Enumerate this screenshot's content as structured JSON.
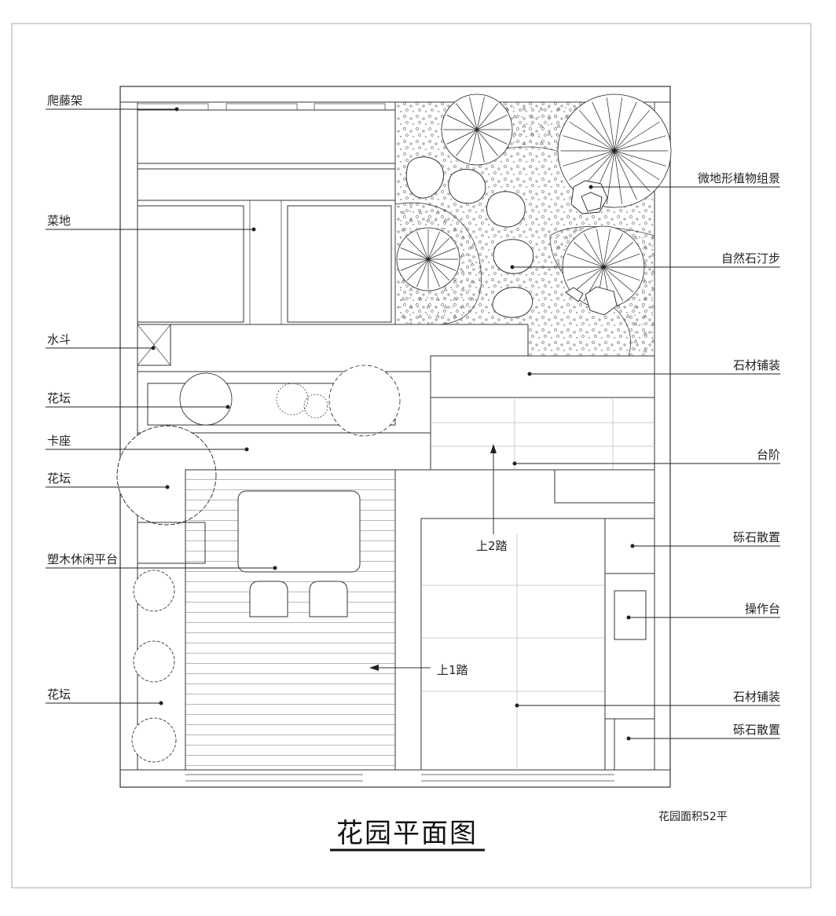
{
  "drawing": {
    "title": "花园平面图",
    "area_note": "花园面积52平"
  },
  "labels_left": {
    "pergola": "爬藤架",
    "vegetable_plot": "菜地",
    "water_sink": "水斗",
    "flower_bed_1": "花坛",
    "booth_seat": "卡座",
    "flower_bed_2": "花坛",
    "wpc_deck": "塑木休闲平台",
    "flower_bed_3": "花坛"
  },
  "labels_right": {
    "micro_terrain": "微地形植物组景",
    "stepping_stones": "自然石汀步",
    "stone_paving_1": "石材铺装",
    "steps": "台阶",
    "gravel_1": "砾石散置",
    "counter": "操作台",
    "stone_paving_2": "石材铺装",
    "gravel_2": "砾石散置"
  },
  "annotations": {
    "up_two_steps": "上2踏",
    "up_one_step": "上1踏"
  }
}
